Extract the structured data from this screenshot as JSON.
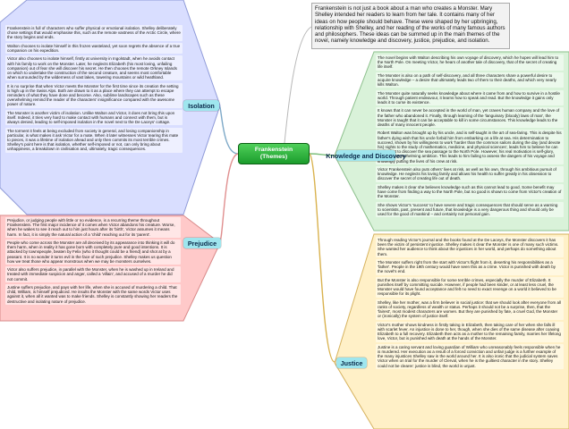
{
  "central": {
    "line1": "Frankenstein",
    "line2": "(Themes)"
  },
  "intro": "Frankenstein is not just a book about a man who creates a Monster. Mary Shelley intended her readers to learn from her tale. It contains many of her ideas on how people should behave. These were shaped by her upbringing, relationship with Shelley, and her reading of the works of many famous authors and philosophers. These ideas can be summed up in the main themes of the novel, namely knowledge and discovery, justice, prejudice, and isolation.",
  "colors": {
    "isolation": "#d9deff",
    "prejudice": "#ffc9c9",
    "knowledge": "#d9f2d9",
    "justice": "#fff0c7",
    "branch": "#9fe6ee",
    "central": "#2eb03e"
  },
  "branches": {
    "isolation": "Isolation",
    "prejudice": "Prejudice",
    "knowledge": "Knowledge and Discovery",
    "justice": "Justice"
  },
  "isolation": [
    "Frankenstein is full of characters who suffer physical or emotional isolation. Shelley deliberately chose settings that would emphasise this, such as the remote vastness of the Arctic Circle, where the story begins and ends.",
    "Walton chooses to isolate himself in this frozen wasteland, yet soon regrets the absence of a true companion on his expedition.",
    "Victor also chooses to isolate himself, firstly at university in Ingolstadt, when he avoids contact with his family to work on the Monster. Later, he neglects Elizabeth (his most loving, unfailing companion) out of fear she will discover his secret. He then chooses the remote Orkney Islands on which to undertake the construction of the second creature, and seems most comfortable when surrounded by the wilderness of vast lakes, towering mountains or wild heathland.",
    "It is no surprise that when Victor meets the Monster for the first time since its creation the setting is high up in the Swiss Alps. Both are drawn to it as a place where they can attempt to escape reminders of what they have done and become. Also, sublime landscapes such as these overwhelming remind the reader of the characters' insignificance compared with the awesome power of nature.",
    "The Monster is another victim of isolation. Unlike Walton and Victor, it does not bring this upon itself. Indeed, it tries very hard to make contact with humans and connect with them, but is always denied, leading to self-imposed isolation in the novel next to the De Laceys' cottage.",
    "The torment it feels at being excluded from society in general, and losing companionship in particular, is what makes it ask Victor for a mate. When it later witnesses Victor tearing this mate to pieces, it was a lifetime of isolation ahead and only then commits its most terrible crimes. Shelley's point here is that isolation, whether self-imposed or not, can only bring about unhappiness, a breakdown in civilisation and, ultimately, tragic consequences."
  ],
  "prejudice": [
    "Prejudice, or judging people with little or no evidence, is a recurring theme throughout Frankenstein. The first major incidence of it comes when Victor abandons his creature. Worse, when he wakes to see it reach out to him just hours after its 'birth', Victor assumes it means harm. In fact, it is simply the natural action of a 'child' reaching out for its 'parent'.",
    "People who come across the Monster are all deceived by its appearance into thinking it will do them harm, when in reality it has gone born with completely pure and good intentions. It is attacked by townspeople, beaten by Felix (who it thought could be a friend) and shot at by a peasant. It is no wonder it turns evil in the face of such prejudice. Shelley makes us question how we treat those who appear monstrous when we may be monsters ourselves.",
    "Victor also suffers prejudice, in parallel with the Monster, when he is washed up in Ireland and treated with immediate suspicion and anger, called a 'villain', and accused of a murder he did not commit.",
    "Justine suffers prejudice, and pays with her life, when she is accused of murdering a child. That child, William, is himself prejudiced. He insults the Monster with the same words Victor uses against it, when all it wanted was to make friends. Shelley is constantly showing her readers the destructive and isolating nature of prejudice."
  ],
  "knowledge": [
    "The novel begins with Walton describing his own voyage of discovery, which he hopes will lead him to the North Pole. On meeting Victor, he hears of another tale of discovery, that of the secret of creating life itself.",
    "The Monster is also on a path of self-discovery, and all three characters share a powerful desire to acquire knowledge – a desire that ultimately leads two of them to their deaths, and which very nearly kills Walton.",
    "The Monster quite naturally seeks knowledge about where it came from and how to survive in a hostile world. Through patient endeavour, it learns how to speak and read. But the knowledge it gains only leads it to curse its existence.",
    "It knows that it can never be accepted in the world of man, yet craves human company and the love of the father who abandoned it. Finally, through learning of the 'languinary (bloody) laws of man', the Monster is taught that it can be acceptable to kill in some circumstances. This knowledge leads to the deaths of many innocent people.",
    "Robert Walton was brought up by his uncle, and is self-taught in the art of sea-faring. This is despite his father's dying wish that his uncle forbid him from embarking on a life at sea. His determination to succeed, shown by his willingness to work 'harder than the common sailors during the day (and devote his) nights to the study of mathematics, medicine, and physical sciences', leads him to believe he can be the first to discover the sea passage to the North Pole. However, his real motivation is self-glory, fuelled by overwhelming ambition. This leads to him failing to assess the dangers of his voyage and knowingly putting the lives of his crew at risk.",
    "Victor Frankenstein also puts others' lives at risk, as well as his own, through his ambitious pursuit of knowledge. He neglects his loving family and allows his health to suffer greatly in his obsession to discover the secret of creating life out of death.",
    "Shelley makes it clear she believes knowledge such as this cannot lead to good. Some benefit may have come from finding a way to the North Pole, but no good is shown to come from Victor's creation of the Monster.",
    "She shows Victor's 'success' to have severe and tragic consequences that should serve as a warning to scientists, past, present and future, that knowledge is a very dangerous thing and should only be used for the good of mankind – and certainly not personal gain."
  ],
  "justice": [
    "Through reading Victor's journal and the books found at the De Laceys, the Monster discovers it has been the victim of persistent injustice. Shelley makes it clear the Monster is one of many such victims. She wanted her audience to think about the injustices in her world, and perhaps do something about them.",
    "The Monster suffers right from the start with Victor's flight from it, deserting his responsibilities as a 'father'. People in the 19th century would have seen this as a crime. Victor is punished with death by the novel's end.",
    "But the Monster is also responsible for some terrible crimes, especially the murder of Elizabeth. It punishes itself by committing suicide. However, if people had been kinder, or at least less cruel, the Monster would have found acceptance and felt no need to exact revenge on a world it believed to be responsible for its plight.",
    "Shelley, like her mother, was a firm believer in social justice: that we should look after everyone from all ranks of society, regardless of wealth or status. Perhaps it should not be a surprise, then, that the 'fairest', most modest characters are women. But they are punished by fate, a cruel God, the Monster or (ironically) the system of justice itself.",
    "Victor's mother shows kindness in firstly taking in Elizabeth, then taking care of her when she falls ill with scarlet fever. An injustice is done to her, though, when she dies of the same disease after coaxing Elizabeth to a full recovery. Elizabeth then acts as a mother to the remaining family, marries her lifelong love, Victor, but is punished with death at the hands of the Monster.",
    "Justine is a caring servant and loving guardian of William who unreasonably feels responsible when he is murdered. Her execution as a result of a forced conviction and unfair judge is a further example of the many injustices Shelley saw in the world around her. It is also ironic that the judicial system saves Victor when on trial for the murder of Clerval, when he is the guiltiest character in the story. Shelley could not be clearer: justice is blind, the world is unjust."
  ]
}
